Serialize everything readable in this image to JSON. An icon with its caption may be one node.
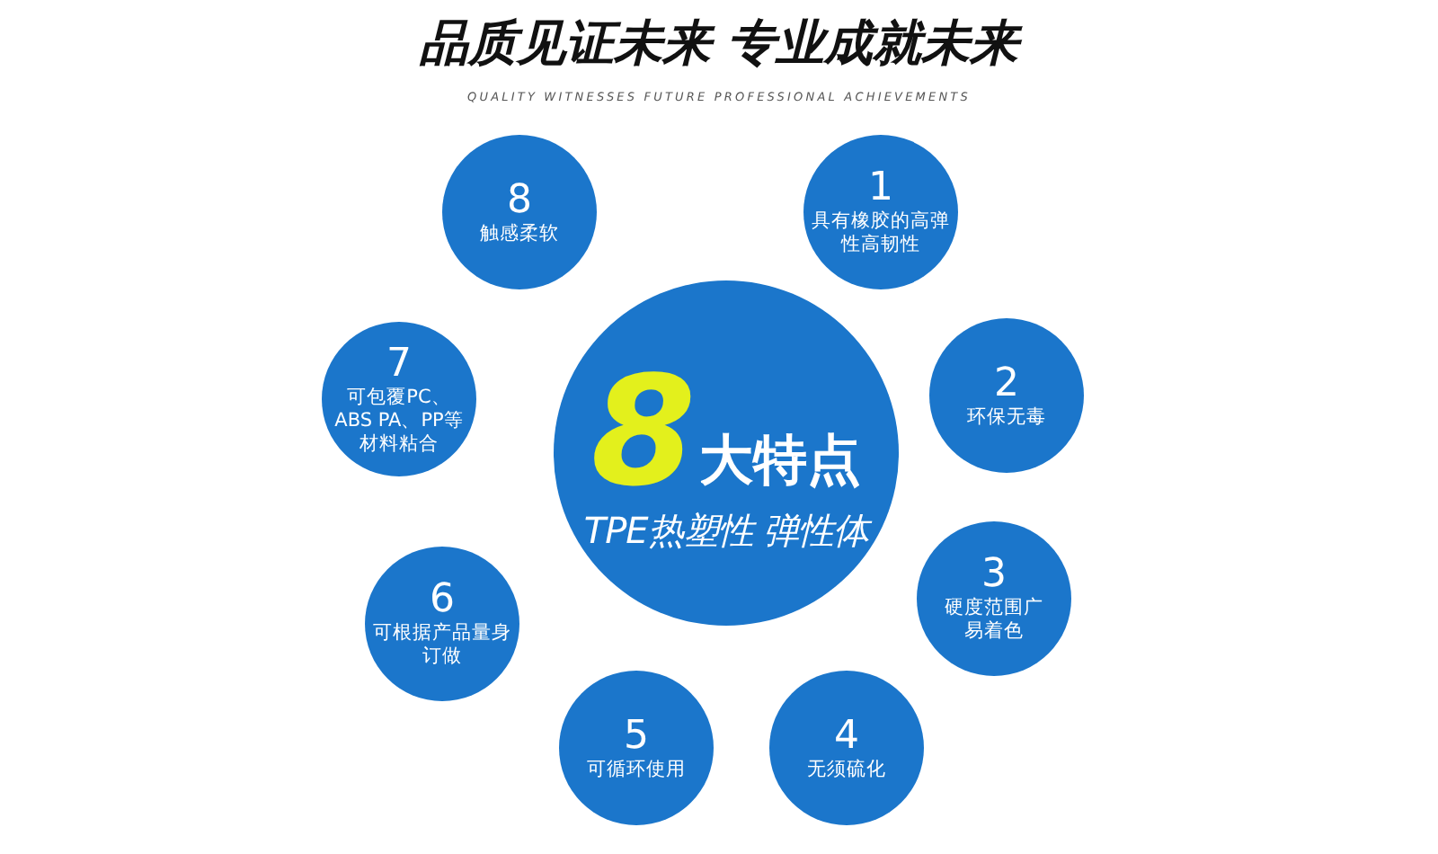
{
  "diagram": {
    "title": "品质见证未来 专业成就未来",
    "nodes": [
      {
        "text": [
          "8",
          "大特点",
          "TPE热塑性 弹性体"
        ]
      },
      {
        "text": [
          "1",
          "具有橡胶的高弹性高韧性"
        ]
      },
      {
        "text": [
          "2",
          "环保无毒"
        ]
      },
      {
        "text": [
          "3",
          "硬度范围广易着色"
        ]
      },
      {
        "text": [
          "4",
          "无须硫化"
        ]
      },
      {
        "text": [
          "5",
          "可循环使用"
        ]
      },
      {
        "text": [
          "6",
          "可根据产品量身订做"
        ]
      },
      {
        "text": [
          "7",
          "可包覆PC、ABS PA、PP等材料粘合"
        ]
      },
      {
        "text": [
          "8",
          "触感柔软"
        ]
      }
    ],
    "edges": [],
    "labels": [
      "QUALITY WITNESSES FUTURE PROFESSIONAL ACHIEVEMENTS"
    ]
  }
}
